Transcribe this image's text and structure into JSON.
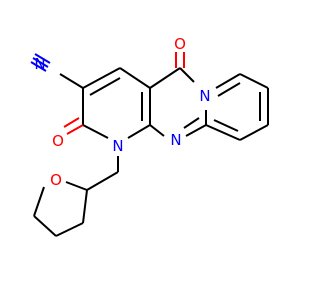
{
  "molecule": {
    "colors": {
      "carbon": "#000000",
      "oxygen": "#ff0000",
      "nitrogen": "#0000ff",
      "background": "#ffffff"
    },
    "labels": {
      "nitrile_carbon": "C",
      "nitrile_nitrogen": "N",
      "carbonyl_o_top": "O",
      "carbonyl_o_left": "O",
      "ring_n_pyridone": "N",
      "ring_n_bridge": "N",
      "ring_n_pyrido": "N",
      "thf_oxygen": "O"
    }
  }
}
